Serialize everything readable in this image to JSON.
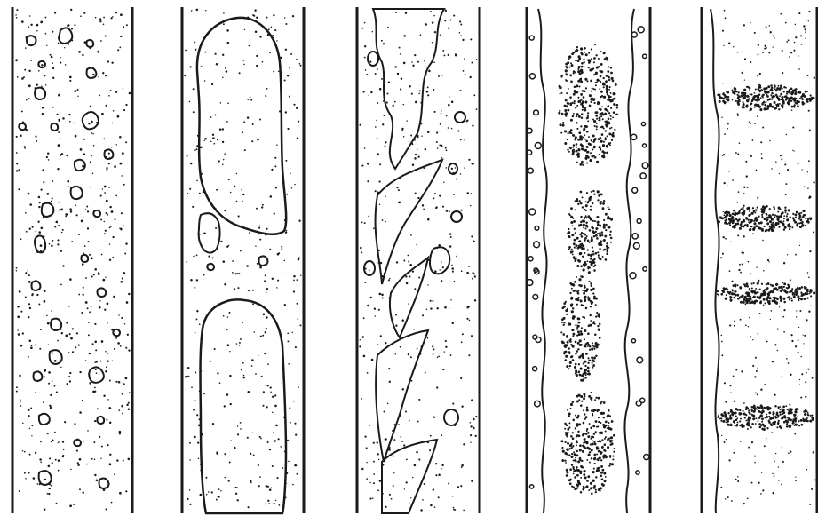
{
  "figure": {
    "background": "#ffffff",
    "ink": "#1a1a1a",
    "panels": [
      {
        "id": "panel-1",
        "pattern": "dispersed-bubbles"
      },
      {
        "id": "panel-2",
        "pattern": "elongated-slugs"
      },
      {
        "id": "panel-3",
        "pattern": "irregular-streaks"
      },
      {
        "id": "panel-4",
        "pattern": "annular-with-dense-clusters"
      },
      {
        "id": "panel-5",
        "pattern": "annular-with-dense-bands"
      }
    ]
  }
}
